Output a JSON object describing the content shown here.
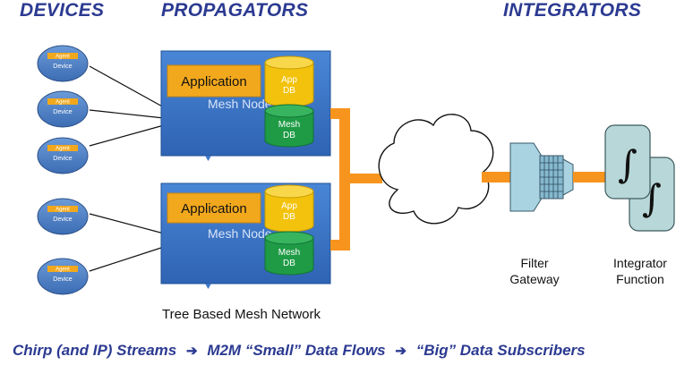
{
  "headers": {
    "devices": "DEVICES",
    "propagators": "PROPAGATORS",
    "integrators": "INTEGRATORS"
  },
  "device": {
    "badge": "Agent",
    "label": "Device"
  },
  "nodes": [
    {
      "app_label": "Application",
      "mesh_node_label": "Mesh Node",
      "app_db": [
        "App",
        "DB"
      ],
      "mesh_db": [
        "Mesh",
        "DB"
      ]
    },
    {
      "app_label": "Application",
      "mesh_node_label": "Mesh Node",
      "app_db": [
        "App",
        "DB"
      ],
      "mesh_db": [
        "Mesh",
        "DB"
      ]
    }
  ],
  "network_caption": "Tree Based Mesh Network",
  "filter": {
    "line1": "Filter",
    "line2": "Gateway"
  },
  "integrator": {
    "line1": "Integrator",
    "line2": "Function",
    "symbol": "∫"
  },
  "footer": {
    "part1": "Chirp (and IP) Streams",
    "part2": "M2M “Small” Data Flows",
    "part3": "“Big” Data Subscribers",
    "arrow": "➔"
  },
  "colors": {
    "header_text": "#2b3a91",
    "device_fill": "#4f7fc3",
    "node_fill": "#3f78c8",
    "application_fill": "#f2a81d",
    "app_db_fill": "#f3c20c",
    "mesh_db_fill": "#1f9b46",
    "connector": "#f7941d",
    "integrator_fill": "#b8d7d8"
  }
}
